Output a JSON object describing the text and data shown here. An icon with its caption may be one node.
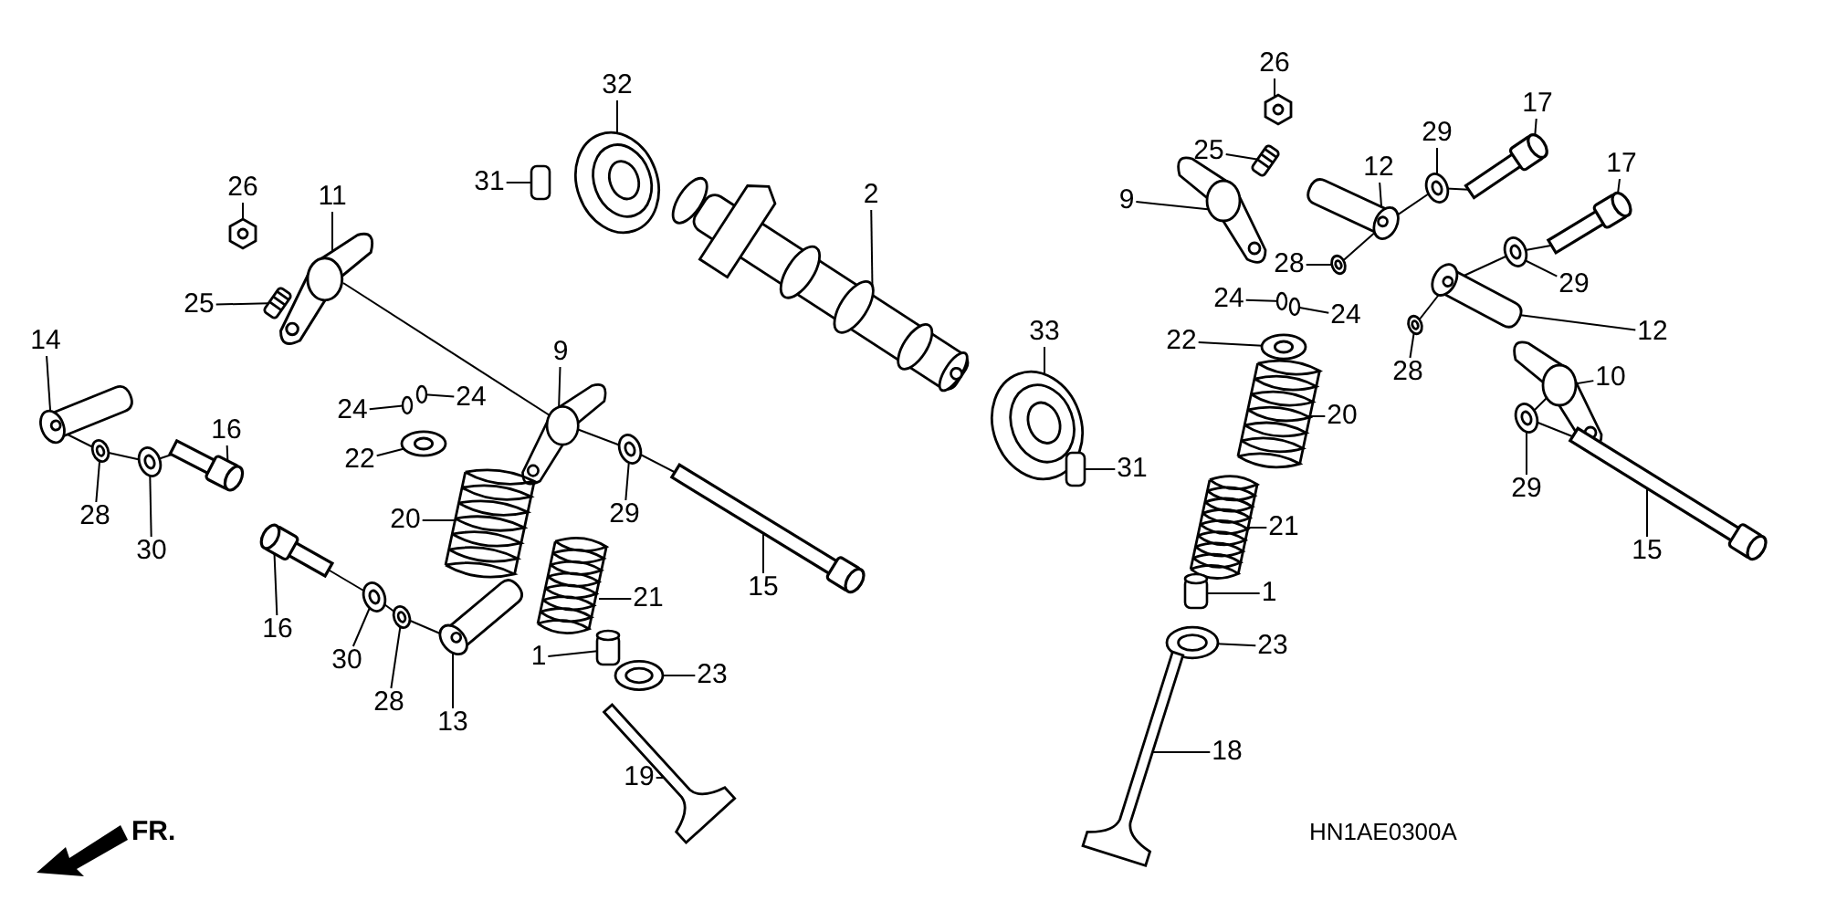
{
  "diagram": {
    "nodes": [
      {
        "text": [
          "26"
        ]
      },
      {
        "text": [
          "32"
        ]
      },
      {
        "text": [
          "17"
        ]
      },
      {
        "text": [
          "29"
        ]
      },
      {
        "text": [
          "25"
        ]
      },
      {
        "text": [
          "17"
        ]
      },
      {
        "text": [
          "12"
        ]
      },
      {
        "text": [
          "31"
        ]
      },
      {
        "text": [
          "26"
        ]
      },
      {
        "text": [
          "2"
        ]
      },
      {
        "text": [
          "11"
        ]
      },
      {
        "text": [
          "9"
        ]
      },
      {
        "text": [
          "28"
        ]
      },
      {
        "text": [
          "29"
        ]
      },
      {
        "text": [
          "24"
        ]
      },
      {
        "text": [
          "25"
        ]
      },
      {
        "text": [
          "24"
        ]
      },
      {
        "text": [
          "33"
        ]
      },
      {
        "text": [
          "12"
        ]
      },
      {
        "text": [
          "14"
        ]
      },
      {
        "text": [
          "22"
        ]
      },
      {
        "text": [
          "9"
        ]
      },
      {
        "text": [
          "28"
        ]
      },
      {
        "text": [
          "10"
        ]
      },
      {
        "text": [
          "24"
        ]
      },
      {
        "text": [
          "24"
        ]
      },
      {
        "text": [
          "20"
        ]
      },
      {
        "text": [
          "16"
        ]
      },
      {
        "text": [
          "22"
        ]
      },
      {
        "text": [
          "31"
        ]
      },
      {
        "text": [
          "29"
        ]
      },
      {
        "text": [
          "28"
        ]
      },
      {
        "text": [
          "29"
        ]
      },
      {
        "text": [
          "20"
        ]
      },
      {
        "text": [
          "21"
        ]
      },
      {
        "text": [
          "30"
        ]
      },
      {
        "text": [
          "15"
        ]
      },
      {
        "text": [
          "15"
        ]
      },
      {
        "text": [
          "1"
        ]
      },
      {
        "text": [
          "21"
        ]
      },
      {
        "text": [
          "16"
        ]
      },
      {
        "text": [
          "23"
        ]
      },
      {
        "text": [
          "1"
        ]
      },
      {
        "text": [
          "30"
        ]
      },
      {
        "text": [
          "23"
        ]
      },
      {
        "text": [
          "28"
        ]
      },
      {
        "text": [
          "13"
        ]
      },
      {
        "text": [
          "18"
        ]
      },
      {
        "text": [
          "19"
        ]
      },
      {
        "text": [],
        "shape": "picture"
      },
      {
        "text": [],
        "shape": "picture"
      },
      {
        "text": [],
        "shape": "bar"
      },
      {
        "text": [],
        "shape": "picture"
      },
      {
        "text": [],
        "shape": "picture"
      },
      {
        "text": [],
        "shape": "bar"
      },
      {
        "text": [],
        "shape": "picture"
      },
      {
        "text": [],
        "shape": "cylinder"
      },
      {
        "text": [],
        "shape": "picture"
      },
      {
        "text": [],
        "shape": "picture"
      },
      {
        "text": [],
        "shape": "picture"
      },
      {
        "text": [],
        "shape": "picture"
      },
      {
        "text": [],
        "shape": "picture"
      },
      {
        "text": [],
        "shape": "picture"
      },
      {
        "text": [],
        "shape": "circle"
      },
      {
        "text": [],
        "shape": "picture"
      },
      {
        "text": [],
        "shape": "circle"
      },
      {
        "text": [],
        "shape": "picture"
      },
      {
        "text": [],
        "shape": "picture"
      },
      {
        "text": [],
        "shape": "picture"
      },
      {
        "text": [],
        "shape": "picture"
      },
      {
        "text": [],
        "shape": "picture"
      },
      {
        "text": [],
        "shape": "picture"
      },
      {
        "text": [],
        "shape": "picture"
      },
      {
        "text": [],
        "shape": "circle"
      },
      {
        "text": [],
        "shape": "circle"
      },
      {
        "text": [],
        "shape": "picture"
      },
      {
        "text": [],
        "shape": "bar"
      },
      {
        "text": [],
        "shape": "picture"
      },
      {
        "text": [],
        "shape": "cylinder"
      },
      {
        "text": [],
        "shape": "picture"
      },
      {
        "text": [],
        "shape": "picture"
      },
      {
        "text": [],
        "shape": "picture"
      },
      {
        "text": [],
        "shape": "picture"
      },
      {
        "text": [],
        "shape": "picture"
      },
      {
        "text": [],
        "shape": "picture"
      },
      {
        "text": [],
        "shape": "bar"
      },
      {
        "text": [],
        "shape": "bar"
      },
      {
        "text": [],
        "shape": "cylinder"
      },
      {
        "text": [],
        "shape": "picture"
      },
      {
        "text": [],
        "shape": "bar"
      },
      {
        "text": [],
        "shape": "picture"
      },
      {
        "text": [],
        "shape": "cylinder"
      },
      {
        "text": [],
        "shape": "picture"
      },
      {
        "text": [],
        "shape": "picture"
      },
      {
        "text": [],
        "shape": "picture"
      },
      {
        "text": [],
        "shape": "picture"
      },
      {
        "text": [],
        "shape": "picture"
      },
      {
        "text": [],
        "shape": "picture"
      }
    ],
    "edges": [
      {
        "from": 0,
        "to": 49,
        "arrow": "none"
      },
      {
        "from": 1,
        "to": 50,
        "arrow": "none"
      },
      {
        "from": 2,
        "to": 51,
        "arrow": "none"
      },
      {
        "from": 3,
        "to": 52,
        "arrow": "none"
      },
      {
        "from": 4,
        "to": 53,
        "arrow": "none"
      },
      {
        "from": 5,
        "to": 54,
        "arrow": "none"
      },
      {
        "from": 6,
        "to": 55,
        "arrow": "none"
      },
      {
        "from": 7,
        "to": 56,
        "arrow": "none"
      },
      {
        "from": 8,
        "to": 57,
        "arrow": "none"
      },
      {
        "from": 9,
        "to": 58,
        "arrow": "none"
      },
      {
        "from": 10,
        "to": 59,
        "arrow": "none"
      },
      {
        "from": 11,
        "to": 60,
        "arrow": "none"
      },
      {
        "from": 12,
        "to": 61,
        "arrow": "none"
      },
      {
        "from": 13,
        "to": 62,
        "arrow": "none"
      },
      {
        "from": 14,
        "to": 63,
        "arrow": "none"
      },
      {
        "from": 15,
        "to": 64,
        "arrow": "none"
      },
      {
        "from": 16,
        "to": 65,
        "arrow": "none"
      },
      {
        "from": 17,
        "to": 66,
        "arrow": "none"
      },
      {
        "from": 18,
        "to": 67,
        "arrow": "none"
      },
      {
        "from": 19,
        "to": 68,
        "arrow": "none"
      },
      {
        "from": 20,
        "to": 69,
        "arrow": "none"
      },
      {
        "from": 21,
        "to": 70,
        "arrow": "none"
      },
      {
        "from": 22,
        "to": 71,
        "arrow": "none"
      },
      {
        "from": 23,
        "to": 72,
        "arrow": "none"
      },
      {
        "from": 24,
        "to": 73,
        "arrow": "none"
      },
      {
        "from": 25,
        "to": 74,
        "arrow": "none"
      },
      {
        "from": 26,
        "to": 75,
        "arrow": "none"
      },
      {
        "from": 27,
        "to": 76,
        "arrow": "none"
      },
      {
        "from": 28,
        "to": 77,
        "arrow": "none"
      },
      {
        "from": 29,
        "to": 78,
        "arrow": "none"
      },
      {
        "from": 30,
        "to": 79,
        "arrow": "none"
      },
      {
        "from": 31,
        "to": 80,
        "arrow": "none"
      },
      {
        "from": 32,
        "to": 81,
        "arrow": "none"
      },
      {
        "from": 33,
        "to": 82,
        "arrow": "none"
      },
      {
        "from": 34,
        "to": 83,
        "arrow": "none"
      },
      {
        "from": 35,
        "to": 84,
        "arrow": "none"
      },
      {
        "from": 36,
        "to": 85,
        "arrow": "none"
      },
      {
        "from": 37,
        "to": 86,
        "arrow": "none"
      },
      {
        "from": 38,
        "to": 87,
        "arrow": "none"
      },
      {
        "from": 39,
        "to": 88,
        "arrow": "none"
      },
      {
        "from": 40,
        "to": 89,
        "arrow": "none"
      },
      {
        "from": 41,
        "to": 90,
        "arrow": "none"
      },
      {
        "from": 42,
        "to": 91,
        "arrow": "none"
      },
      {
        "from": 43,
        "to": 92,
        "arrow": "none"
      },
      {
        "from": 44,
        "to": 93,
        "arrow": "none"
      },
      {
        "from": 45,
        "to": 94,
        "arrow": "none"
      },
      {
        "from": 46,
        "to": 95,
        "arrow": "none"
      },
      {
        "from": 47,
        "to": 96,
        "arrow": "none"
      },
      {
        "from": 48,
        "to": 97,
        "arrow": "none"
      },
      {
        "from": 59,
        "to": 70,
        "arrow": "none"
      },
      {
        "from": 68,
        "to": 80,
        "arrow": "none"
      },
      {
        "from": 80,
        "to": 84,
        "arrow": "none"
      },
      {
        "from": 84,
        "to": 76,
        "arrow": "none"
      },
      {
        "from": 89,
        "to": 92,
        "arrow": "none"
      },
      {
        "from": 92,
        "to": 94,
        "arrow": "none"
      },
      {
        "from": 94,
        "to": 95,
        "arrow": "none"
      },
      {
        "from": 70,
        "to": 81,
        "arrow": "none"
      },
      {
        "from": 81,
        "to": 86,
        "arrow": "none"
      },
      {
        "from": 51,
        "to": 52,
        "arrow": "none"
      },
      {
        "from": 52,
        "to": 55,
        "arrow": "none"
      },
      {
        "from": 55,
        "to": 61,
        "arrow": "none"
      },
      {
        "from": 54,
        "to": 62,
        "arrow": "none"
      },
      {
        "from": 62,
        "to": 67,
        "arrow": "none"
      },
      {
        "from": 67,
        "to": 71,
        "arrow": "none"
      },
      {
        "from": 72,
        "to": 79,
        "arrow": "none"
      },
      {
        "from": 79,
        "to": 85,
        "arrow": "none"
      }
    ],
    "labels": [
      "FR.",
      "HN1AE0300A"
    ]
  }
}
